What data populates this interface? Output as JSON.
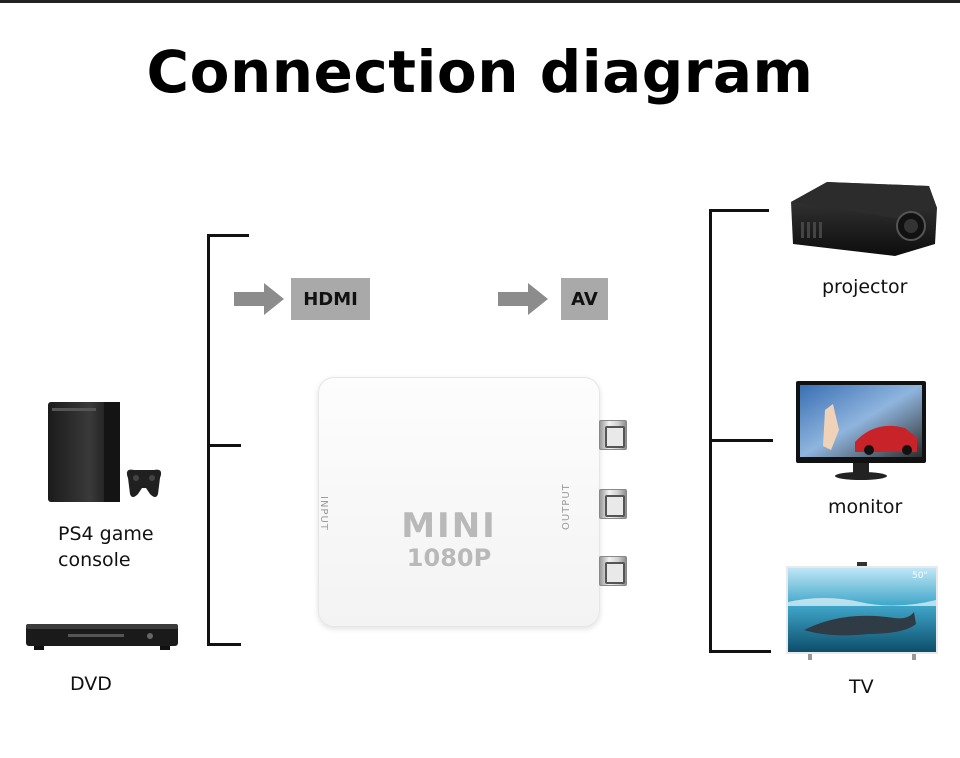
{
  "title": "Connection diagram",
  "input_tag": "HDMI",
  "output_tag": "AV",
  "converter": {
    "input_label": "INPUT",
    "output_label": "OUTPUT",
    "brand": "MINI",
    "model": "1080P"
  },
  "sources": [
    {
      "label_line1": "PS4 game",
      "label_line2": "console",
      "icon": "game-console-icon"
    },
    {
      "label": "DVD",
      "icon": "dvd-player-icon"
    }
  ],
  "displays": [
    {
      "label": "projector",
      "icon": "projector-icon"
    },
    {
      "label": "monitor",
      "icon": "monitor-icon"
    },
    {
      "label": "TV",
      "icon": "tv-icon"
    }
  ],
  "tv_badge": "50\"",
  "colors": {
    "tag_bg": "#a9a9a9",
    "arrow": "#8c8c8c",
    "line": "#111111"
  }
}
